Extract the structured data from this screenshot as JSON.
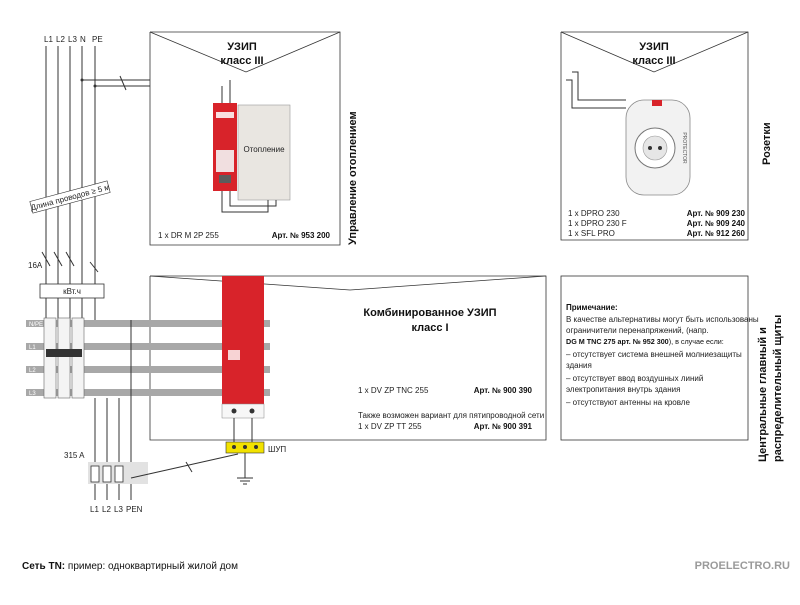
{
  "mains": {
    "top_labels": [
      "L1",
      "L2",
      "L3",
      "N",
      "PE"
    ],
    "bottom_labels": [
      "L1",
      "L2",
      "L3",
      "PEN"
    ],
    "wire_length": "Длина проводов ≥ 5 м",
    "fuse_16": "16A",
    "meter": "кВт.ч",
    "fuse_315": "315 A",
    "bus_labels": [
      "N/PE",
      "L1",
      "L2",
      "L3"
    ],
    "shup": "ШУП"
  },
  "heating": {
    "title_line1": "УЗИП",
    "title_line2": "класс III",
    "panel_label": "Отопление",
    "product": "1 x DR M 2P 255",
    "art": "Арт. № 953 200",
    "side_label": "Управление отоплением"
  },
  "sockets": {
    "title_line1": "УЗИП",
    "title_line2": "класс III",
    "items": [
      {
        "product": "1 x DPRO 230",
        "art": "Арт. № 909 230"
      },
      {
        "product": "1 x DPRO 230 F",
        "art": "Арт. № 909 240"
      },
      {
        "product": "1 x SFL PRO",
        "art": "Арт. № 912 260"
      }
    ],
    "side_label": "Розетки",
    "device_text": "PROTECTOR"
  },
  "combined": {
    "title_line1": "Комбинированное УЗИП",
    "title_line2": "класс I",
    "product": "1 x DV ZP TNC 255",
    "art": "Арт. № 900 390",
    "alt_note": "Также возможен вариант для пятипроводной сети",
    "alt_product": "1 x DV ZP TT 255",
    "alt_art": "Арт. № 900 391"
  },
  "note": {
    "heading": "Примечание:",
    "lines": [
      "В качестве альтернативы могут быть использованы",
      "ограничители перенапряжений, (напр."
    ],
    "bold_ref": "DG M TNC 275 арт. № 952 300",
    "bold_ref_tail": "), в случае если:",
    "bullets": [
      [
        "– отсутствует система внешней молниезащиты",
        "   здания"
      ],
      [
        "– отсутствует ввод воздушных линий",
        "   электропитания внутрь здания"
      ],
      [
        "– отсутствуют антенны на кровле"
      ]
    ],
    "side_label_line1": "Центральные главный и",
    "side_label_line2": "распределительный щиты"
  },
  "footer": {
    "caption_bold": "Сеть TN:",
    "caption_text": " пример: одноквартирный жилой дом",
    "watermark": "PROELECTRO.RU"
  },
  "colors": {
    "device_red": "#d8232a",
    "bus_gray": "#a8a8a8",
    "ground_yellow": "#f2e200",
    "panel_gray": "#e9e6e1"
  }
}
